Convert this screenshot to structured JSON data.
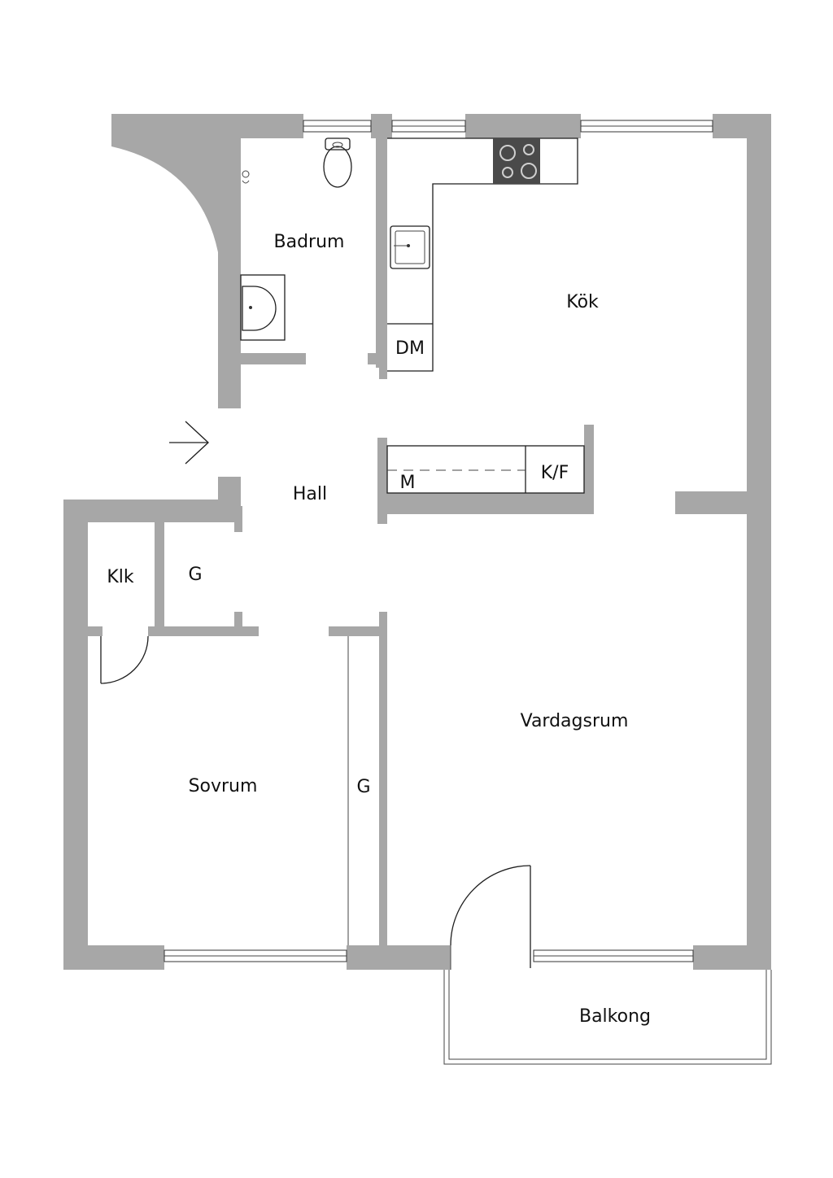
{
  "rooms": {
    "badrum": "Badrum",
    "kok": "Kök",
    "dm": "DM",
    "hall": "Hall",
    "mf": "M",
    "kf": "K/F",
    "klk": "Klk",
    "g1": "G",
    "vardagsrum": "Vardagsrum",
    "sovrum": "Sovrum",
    "g2": "G",
    "balkong": "Balkong"
  },
  "colors": {
    "wall": "#a7a7a7",
    "stove": "#4a4a4a",
    "line": "#1e1e1e"
  },
  "icons": {
    "entrance": "arrow-right-icon",
    "stove": "stove-icon",
    "toilet": "toilet-icon",
    "sink": "sink-icon",
    "washbasin": "washbasin-icon"
  }
}
